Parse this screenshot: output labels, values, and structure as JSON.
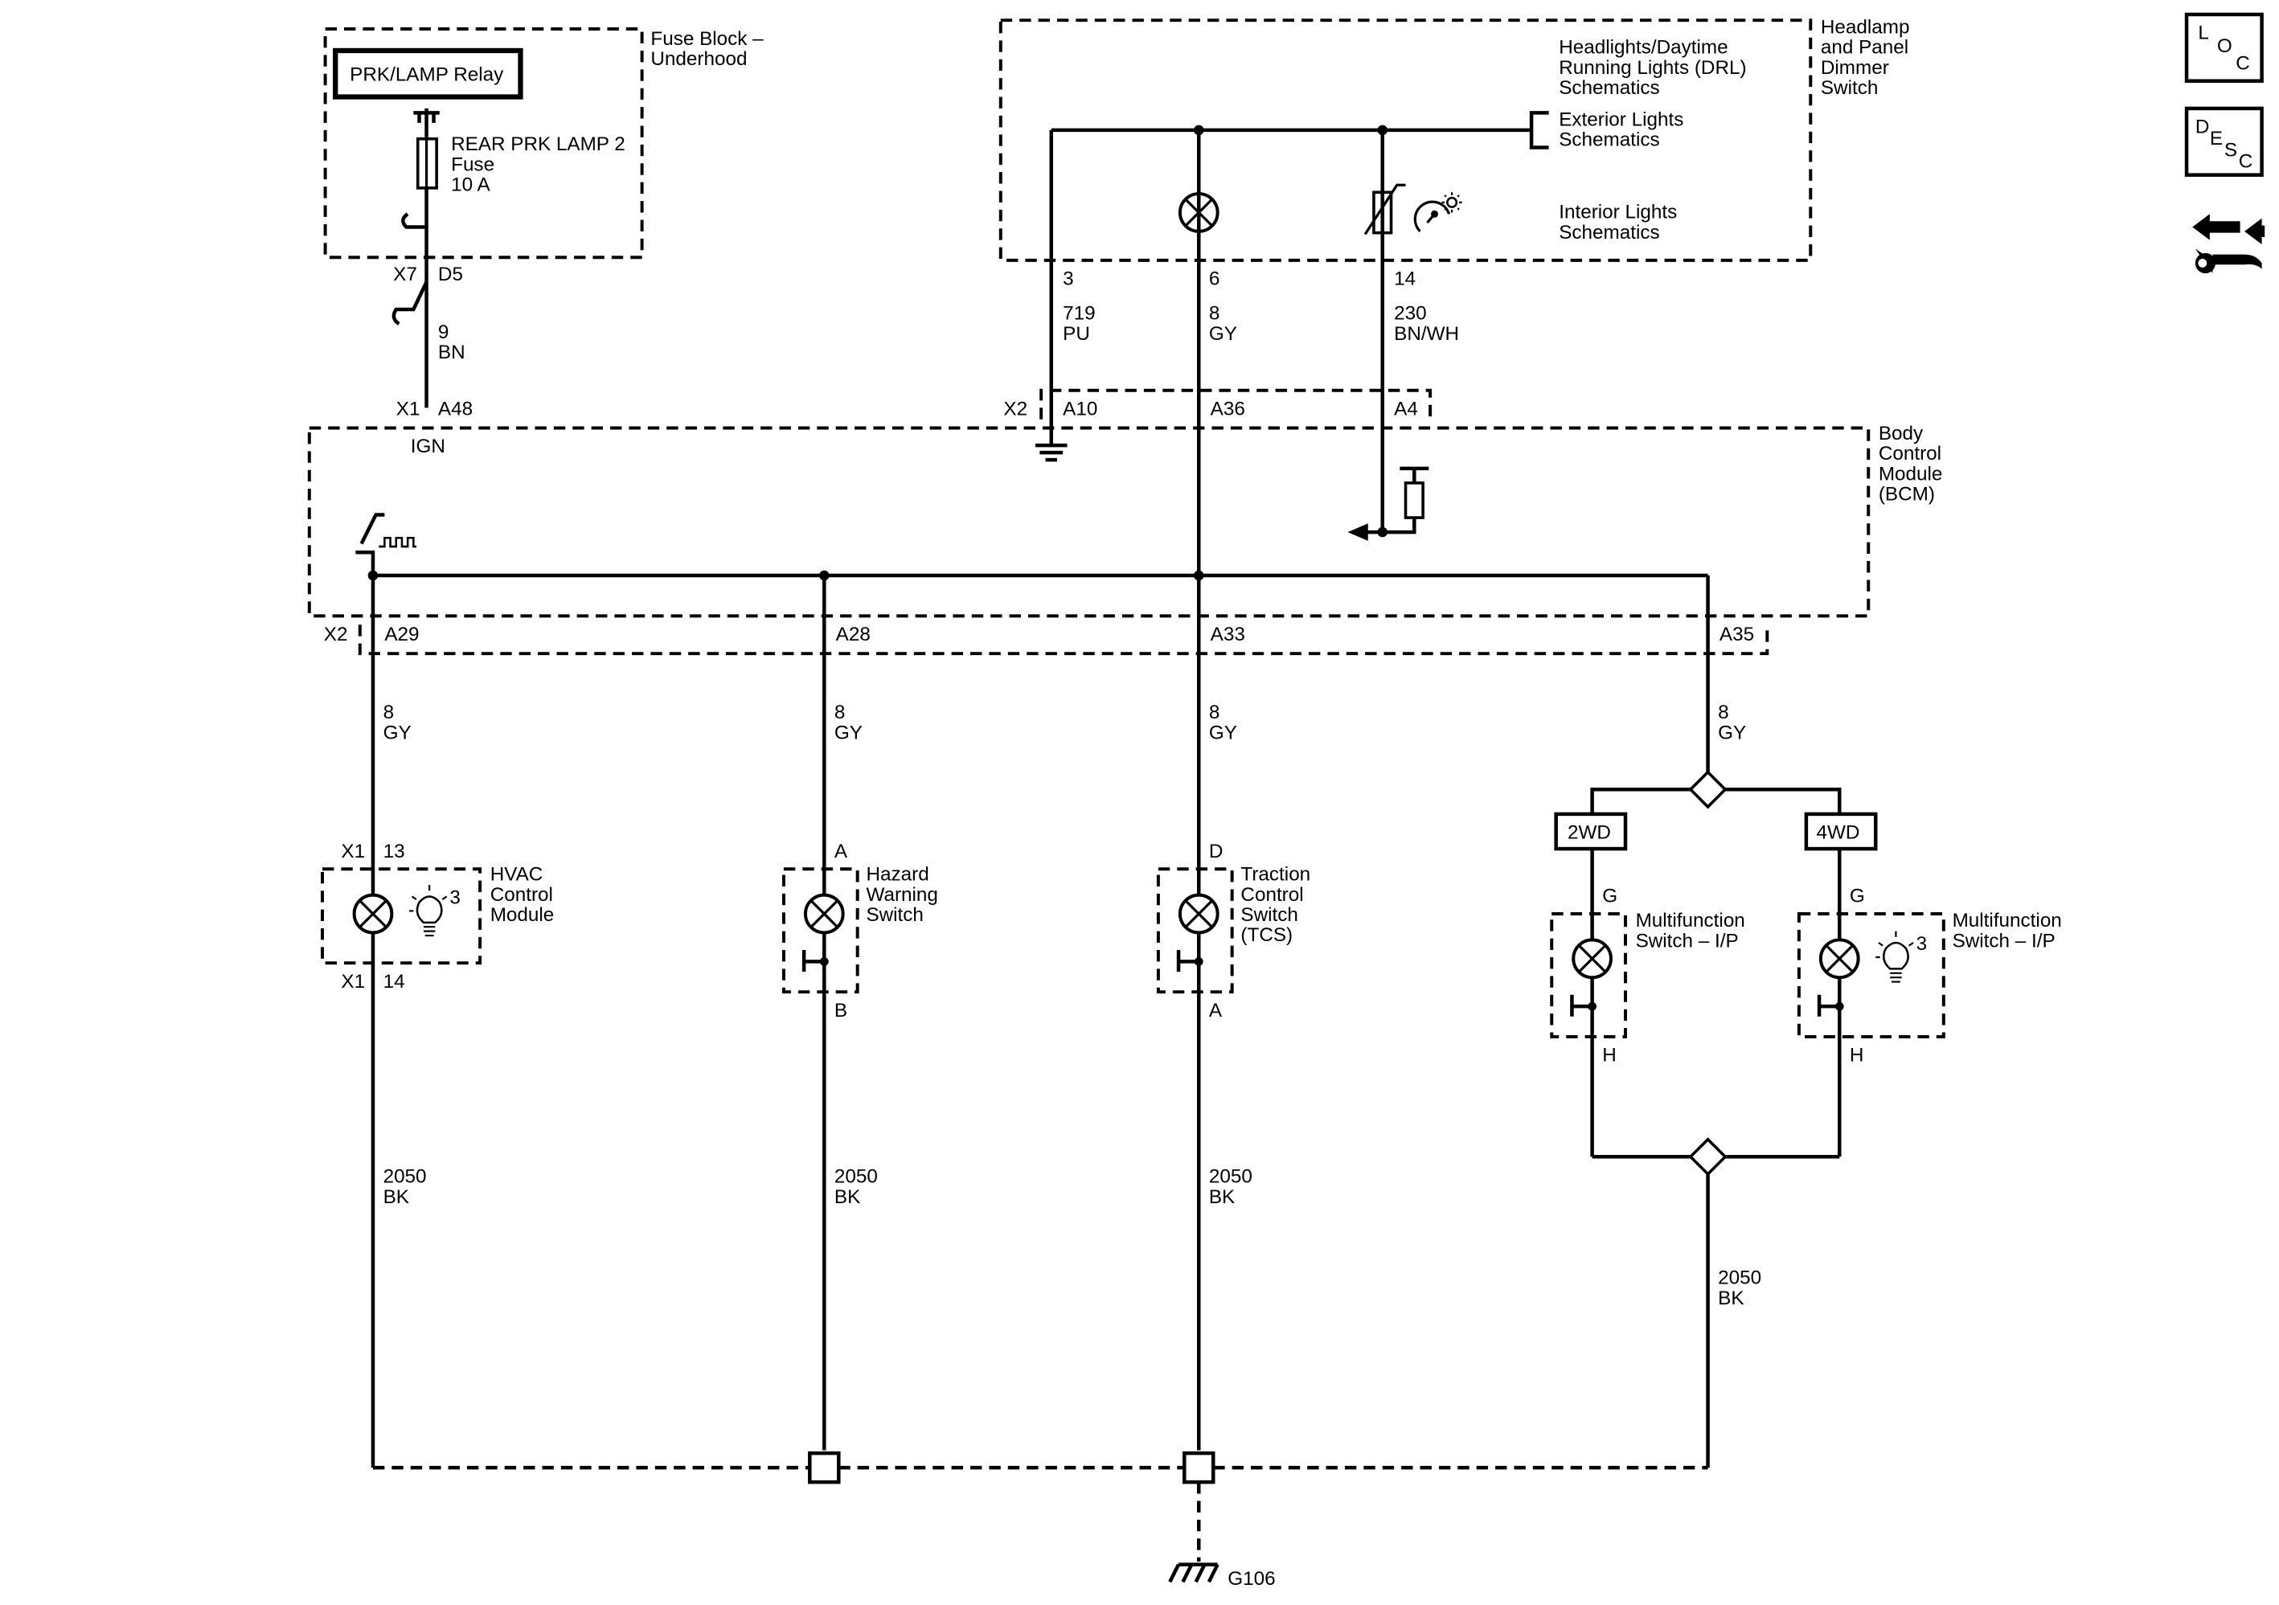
{
  "fuse_block": {
    "title_1": "Fuse Block –",
    "title_2": "Underhood",
    "relay": "PRK/LAMP Relay",
    "fuse_1": "REAR PRK LAMP 2",
    "fuse_2": "Fuse",
    "fuse_3": "10 A",
    "connector_x7": "X7",
    "pin_d5": "D5",
    "wire_circuit": "9",
    "wire_color": "BN"
  },
  "dimmer": {
    "title_1": "Headlamp",
    "title_2": "and Panel",
    "title_3": "Dimmer",
    "title_4": "Switch",
    "ref_drl_1": "Headlights/Daytime",
    "ref_drl_2": "Running Lights (DRL)",
    "ref_drl_3": "Schematics",
    "ref_ext_1": "Exterior Lights",
    "ref_ext_2": "Schematics",
    "ref_int_1": "Interior Lights",
    "ref_int_2": "Schematics",
    "pins": [
      "3",
      "6",
      "14"
    ],
    "circuits": [
      "719",
      "8",
      "230"
    ],
    "colors": [
      "PU",
      "GY",
      "BN/WH"
    ]
  },
  "bcm": {
    "title_1": "Body",
    "title_2": "Control",
    "title_3": "Module",
    "title_4": "(BCM)",
    "x1": "X1",
    "a48": "A48",
    "ign": "IGN",
    "x2_top": "X2",
    "a10": "A10",
    "a36": "A36",
    "a4": "A4",
    "x2_bottom": "X2",
    "a29": "A29",
    "a28": "A28",
    "a33": "A33",
    "a35": "A35"
  },
  "branch_wire": {
    "circuit": "8",
    "color": "GY"
  },
  "hvac": {
    "conn_top": "X1",
    "pin_top": "13",
    "conn_bottom": "X1",
    "pin_bottom": "14",
    "name_1": "HVAC",
    "name_2": "Control",
    "name_3": "Module",
    "bulb_ref": "3"
  },
  "hazard": {
    "pin_top": "A",
    "pin_bottom": "B",
    "name_1": "Hazard",
    "name_2": "Warning",
    "name_3": "Switch"
  },
  "tcs": {
    "pin_top": "D",
    "pin_bottom": "A",
    "name_1": "Traction",
    "name_2": "Control",
    "name_3": "Switch",
    "name_4": "(TCS)"
  },
  "mfs_2wd": {
    "option": "2WD",
    "pin_top": "G",
    "pin_bottom": "H",
    "name_1": "Multifunction",
    "name_2": "Switch – I/P"
  },
  "mfs_4wd": {
    "option": "4WD",
    "pin_top": "G",
    "pin_bottom": "H",
    "name_1": "Multifunction",
    "name_2": "Switch – I/P",
    "bulb_ref": "3"
  },
  "ground_wire": {
    "circuit": "2050",
    "color": "BK"
  },
  "ground": {
    "label": "G106"
  },
  "badges": {
    "loc": [
      "L",
      "O",
      "C"
    ],
    "desc": [
      "D",
      "E",
      "S",
      "C"
    ],
    "diag_icon": "diagnostic-arrows-wrench-icon"
  }
}
